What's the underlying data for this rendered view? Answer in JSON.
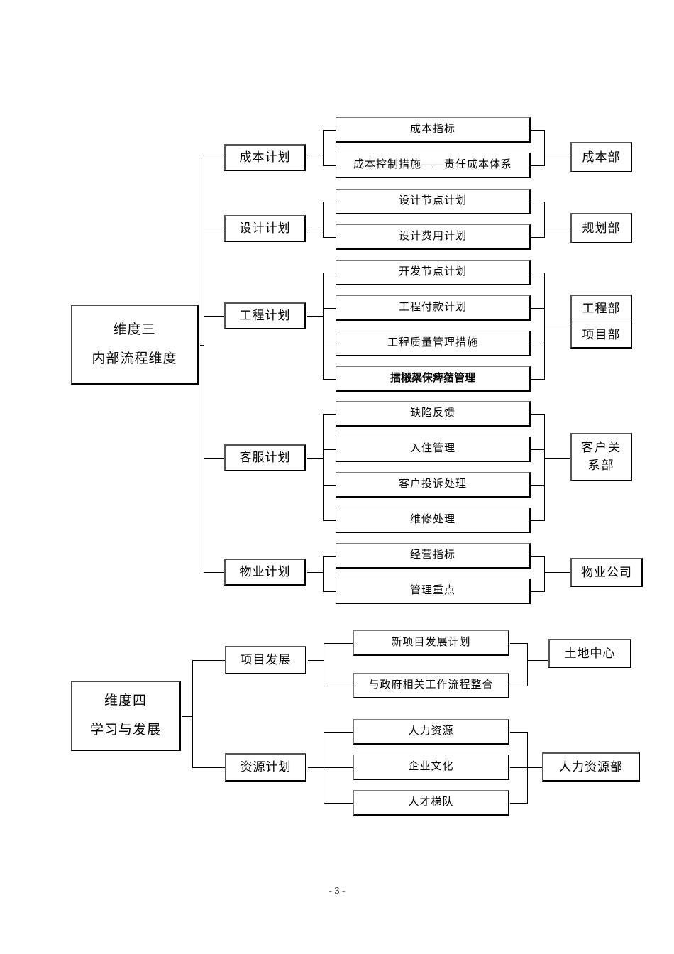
{
  "document": {
    "page_number": "- 3 -"
  },
  "diagram": {
    "type": "org-flow",
    "sections": [
      {
        "id": "dimension-three",
        "dimension": {
          "line1": "维度三",
          "line2": "内部流程维度"
        },
        "groups": [
          {
            "id": "cost-plan",
            "plan": "成本计划",
            "items": [
              "成本指标",
              "成本控制措施——责任成本体系"
            ],
            "departments": [
              "成本部"
            ]
          },
          {
            "id": "design-plan",
            "plan": "设计计划",
            "items": [
              "设计节点计划",
              "设计费用计划"
            ],
            "departments": [
              "规划部"
            ]
          },
          {
            "id": "engineering-plan",
            "plan": "工程计划",
            "items": [
              "开发节点计划",
              "工程付款计划",
              "工程质量管理措施",
              "擂樧槼俕痺蕕管理"
            ],
            "departments": [
              "工程部",
              "项目部"
            ]
          },
          {
            "id": "customer-service-plan",
            "plan": "客服计划",
            "items": [
              "缺陷反馈",
              "入住管理",
              "客户投诉处理",
              "维修处理"
            ],
            "departments": [
              "客户关系部"
            ]
          },
          {
            "id": "property-plan",
            "plan": "物业计划",
            "items": [
              "经营指标",
              "管理重点"
            ],
            "departments": [
              "物业公司"
            ]
          }
        ]
      },
      {
        "id": "dimension-four",
        "dimension": {
          "line1": "维度四",
          "line2": "学习与发展"
        },
        "groups": [
          {
            "id": "project-development",
            "plan": "项目发展",
            "items": [
              "新项目发展计划",
              "与政府相关工作流程整合"
            ],
            "departments": [
              "土地中心"
            ]
          },
          {
            "id": "resource-plan",
            "plan": "资源计划",
            "items": [
              "人力资源",
              "企业文化",
              "人才梯队"
            ],
            "departments": [
              "人力资源部"
            ]
          }
        ]
      }
    ]
  }
}
